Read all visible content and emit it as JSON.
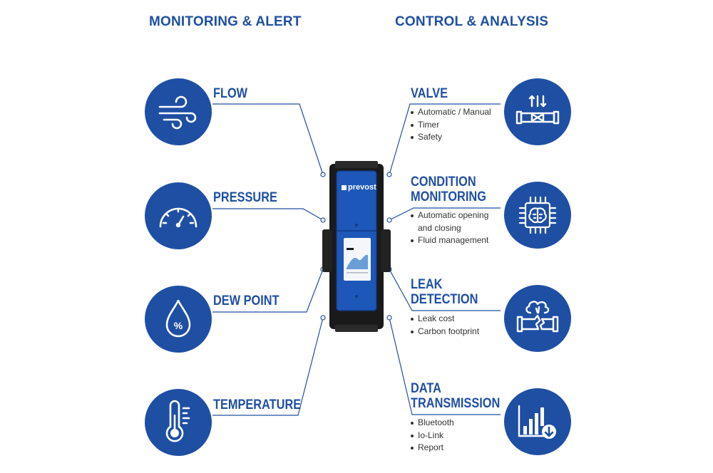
{
  "headings": {
    "left": "MONITORING & ALERT",
    "right": "CONTROL & ANALYSIS"
  },
  "left_items": [
    {
      "label": "FLOW",
      "icon": "wind-icon"
    },
    {
      "label": "PRESSURE",
      "icon": "gauge-icon"
    },
    {
      "label": "DEW POINT",
      "icon": "droplet-percent-icon"
    },
    {
      "label": "TEMPERATURE",
      "icon": "thermometer-icon"
    }
  ],
  "right_items": [
    {
      "label_lines": [
        "VALVE"
      ],
      "icon": "valve-icon",
      "bullets": [
        "Automatic / Manual",
        "Timer",
        "Safety"
      ]
    },
    {
      "label_lines": [
        "CONDITION",
        "MONITORING"
      ],
      "icon": "chip-brain-icon",
      "bullets": [
        "Automatic opening",
        "and closing",
        "Fluid management"
      ]
    },
    {
      "label_lines": [
        "LEAK",
        "DETECTION"
      ],
      "icon": "leaking-pipe-icon",
      "bullets": [
        "Leak cost",
        "Carbon footprint"
      ]
    },
    {
      "label_lines": [
        "DATA",
        "TRANSMISSION"
      ],
      "icon": "bar-chart-download-icon",
      "bullets": [
        "Bluetooth",
        "Io-Link",
        "Report"
      ]
    }
  ],
  "device": {
    "brand": "prevost"
  },
  "colors": {
    "brand_blue": "#1f4fa3",
    "device_blue": "#1d57b8",
    "device_black": "#1a1a1a",
    "text_gray": "#333333"
  }
}
